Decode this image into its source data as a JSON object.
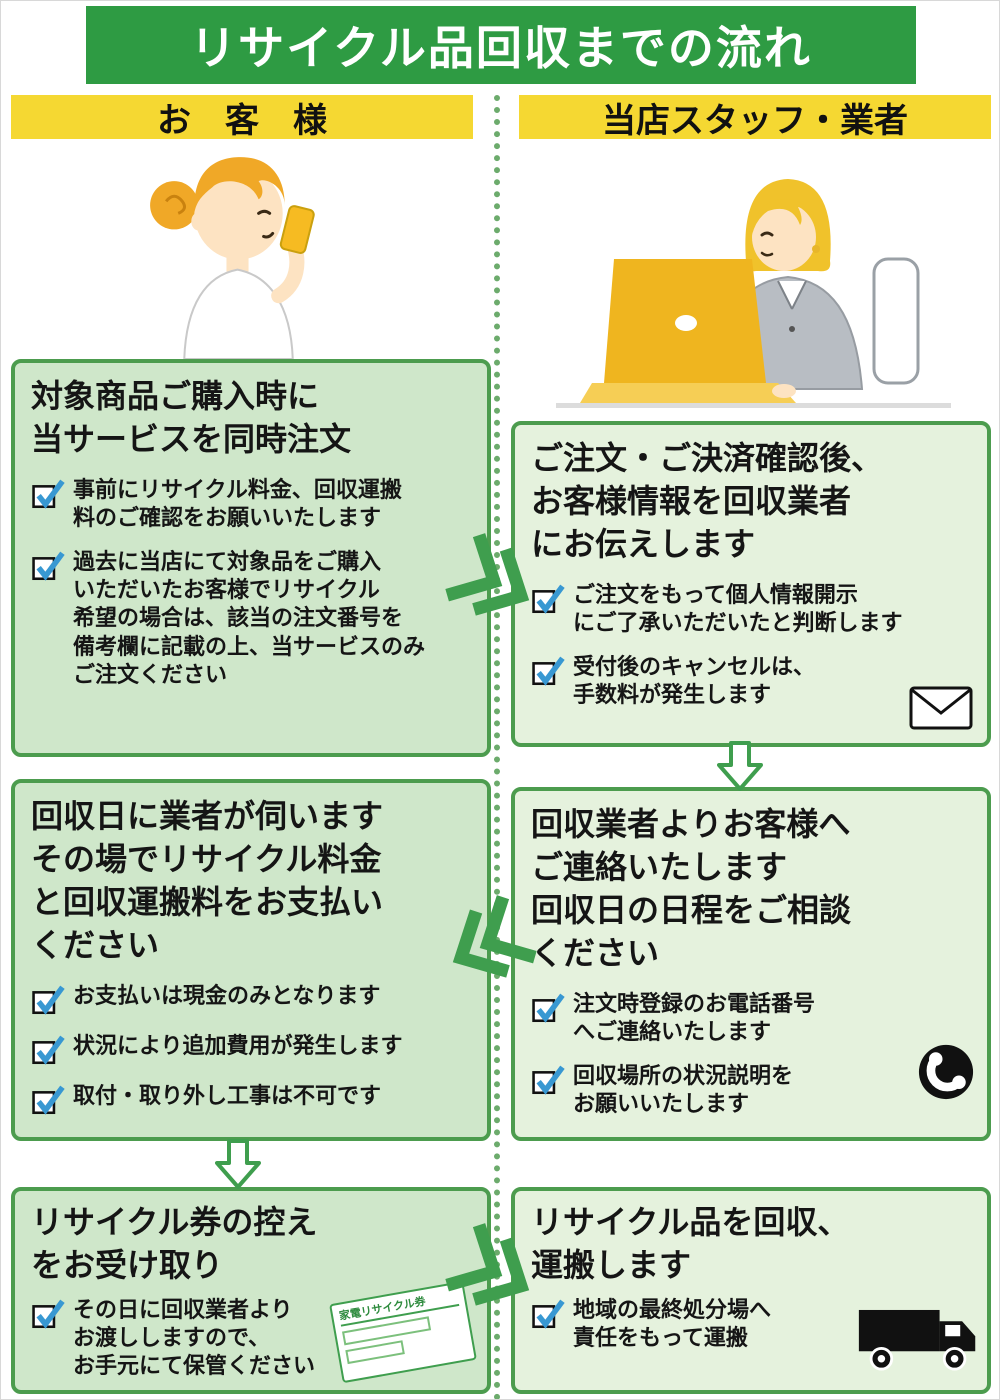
{
  "title": "リサイクル品回収までの流れ",
  "headers": {
    "left": "お　客　様",
    "right": "当店スタッフ・業者"
  },
  "boxes": {
    "left1": {
      "title": "対象商品ご購入時に\n当サービスを同時注文",
      "items": [
        {
          "text": "事前にリサイクル料金、回収運搬\n料のご確認をお願いいたします"
        },
        {
          "text": "過去に当店にて対象品をご購入\nいただいたお客様でリサイクル\n希望の場合は、該当の注文番号を\n備考欄に記載の上、当サービスのみ\nご注文ください"
        }
      ]
    },
    "right1": {
      "title": "ご注文・ご決済確認後、\nお客様情報を回収業者\nにお伝えします",
      "items": [
        {
          "text": "ご注文をもって個人情報開示\nにご了承いただいたと判断します"
        },
        {
          "text": "受付後のキャンセルは、\n手数料が発生します"
        }
      ]
    },
    "left2": {
      "title": "回収日に業者が伺います\nその場でリサイクル料金\nと回収運搬料をお支払い\nください",
      "items": [
        {
          "text": "お支払いは現金のみとなります"
        },
        {
          "text": "状況により追加費用が発生します"
        },
        {
          "text": "取付・取り外し工事は不可です"
        }
      ]
    },
    "right2": {
      "title": "回収業者よりお客様へ\nご連絡いたします\n回収日の日程をご相談\nください",
      "items": [
        {
          "text": "注文時登録のお電話番号\nへご連絡いたします"
        },
        {
          "text": "回収場所の状況説明を\nお願いいたします"
        }
      ]
    },
    "left3": {
      "title": "リサイクル券の控え\nをお受け取り",
      "items": [
        {
          "text": "その日に回収業者より\nお渡ししますので、\nお手元にて保管ください"
        }
      ]
    },
    "right3": {
      "title": "リサイクル品を回収、\n運搬します",
      "items": [
        {
          "text": "地域の最終処分場へ\n責任をもって運搬"
        }
      ]
    }
  },
  "ticket_label": "家電リサイクル券",
  "colors": {
    "banner_green": "#2e9b43",
    "header_yellow": "#f5d832",
    "box_left_bg": "#cfe7ca",
    "box_right_bg": "#e5f2dd",
    "box_border": "#4c9c4e",
    "check_blue": "#3898d2",
    "arrow_green": "#3f9e4e"
  },
  "icons": {
    "checkbox": "checkbox-check-icon",
    "envelope": "envelope-icon",
    "phone": "phone-icon",
    "truck": "truck-icon",
    "ticket": "recycle-ticket-icon",
    "arrow_right_down": "arrow-right-down-icon",
    "arrow_left_down": "arrow-left-down-icon",
    "arrow_down": "arrow-down-icon"
  }
}
